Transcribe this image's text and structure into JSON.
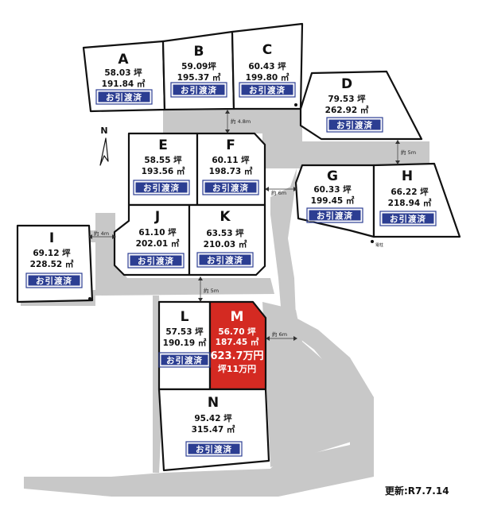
{
  "lots": [
    {
      "id": "A",
      "tsubo": "58.03 坪",
      "sqm": "191.84 ㎡",
      "badge": "お引渡済"
    },
    {
      "id": "B",
      "tsubo": "59.09坪",
      "sqm": "195.37 ㎡",
      "badge": "お引渡済"
    },
    {
      "id": "C",
      "tsubo": "60.43 坪",
      "sqm": "199.80 ㎡",
      "badge": "お引渡済"
    },
    {
      "id": "D",
      "tsubo": "79.53 坪",
      "sqm": "262.92 ㎡",
      "badge": "お引渡済"
    },
    {
      "id": "E",
      "tsubo": "58.55 坪",
      "sqm": "193.56 ㎡",
      "badge": "お引渡済"
    },
    {
      "id": "F",
      "tsubo": "60.11 坪",
      "sqm": "198.73 ㎡",
      "badge": "お引渡済"
    },
    {
      "id": "G",
      "tsubo": "60.33 坪",
      "sqm": "199.45 ㎡",
      "badge": "お引渡済"
    },
    {
      "id": "H",
      "tsubo": "66.22 坪",
      "sqm": "218.94 ㎡",
      "badge": "お引渡済"
    },
    {
      "id": "I",
      "tsubo": "69.12 坪",
      "sqm": "228.52 ㎡",
      "badge": "お引渡済"
    },
    {
      "id": "J",
      "tsubo": "61.10 坪",
      "sqm": "202.01 ㎡",
      "badge": "お引渡済"
    },
    {
      "id": "K",
      "tsubo": "63.53 坪",
      "sqm": "210.03 ㎡",
      "badge": "お引渡済"
    },
    {
      "id": "L",
      "tsubo": "57.53 坪",
      "sqm": "190.19 ㎡",
      "badge": "お引渡済"
    },
    {
      "id": "M",
      "tsubo": "56.70 坪",
      "sqm": "187.45 ㎡",
      "price": "623.7万円",
      "unit_price": "坪11万円"
    },
    {
      "id": "N",
      "tsubo": "95.42 坪",
      "sqm": "315.47 ㎡",
      "badge": "お引渡済"
    }
  ],
  "roads": {
    "bc_e": "約 4.8m",
    "dh": "約 5m",
    "fg": "約 6m",
    "ij": "約 4m",
    "k_lm": "約 5m",
    "m_east": "約 6m"
  },
  "marker_label": "電柱",
  "compass": "N",
  "updated": "更新:R7.7.14",
  "colors": {
    "sold_badge": "#2c3e92",
    "available_lot": "#d42a22",
    "road": "#c8c8c8"
  }
}
